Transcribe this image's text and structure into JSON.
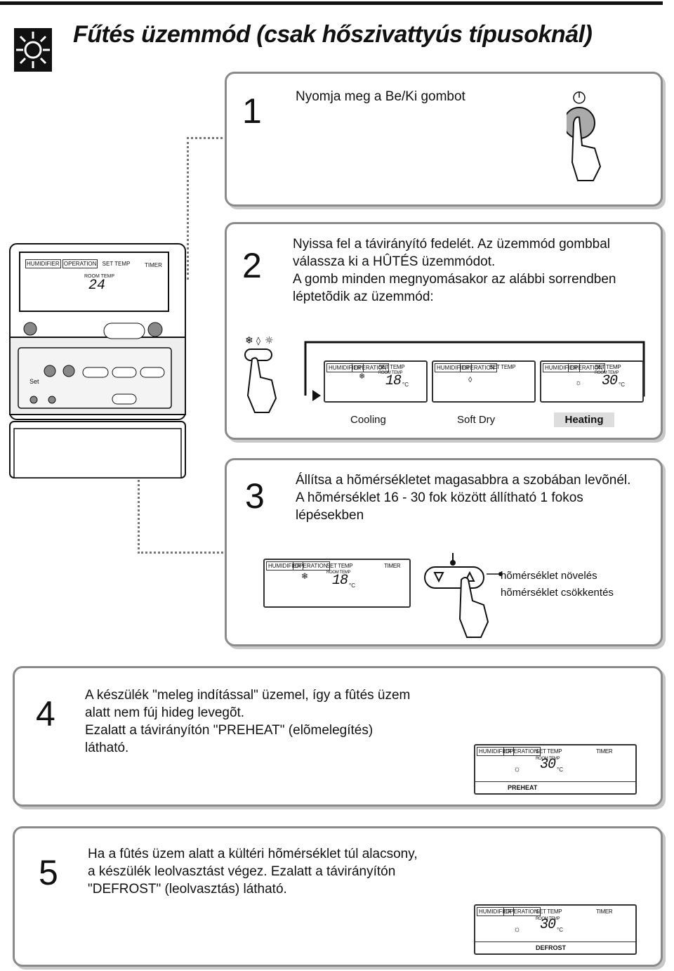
{
  "title": "Fűtés üzemmód (csak hőszivattyús típusoknál)",
  "lcd_labels": {
    "humidifier": "HUMIDIFIER",
    "operation": "OPERATION",
    "set_temp": "SET TEMP",
    "timer": "TIMER",
    "room_temp": "ROOM TEMP",
    "unit": "°C",
    "remote_set": "Set"
  },
  "steps": [
    {
      "num": "1",
      "text": [
        "Nyomja meg a Be/Ki gombot"
      ]
    },
    {
      "num": "2",
      "text": [
        "Nyissa fel a távirányító fedelét. Az üzemmód gombbal",
        "válassza ki a HÛTÉS üzemmódot.",
        "A gomb minden megnyomásakor az alábbi sorrendben",
        "léptetõdik az üzemmód:"
      ],
      "modes": [
        {
          "label": "Cooling",
          "temp": "18",
          "highlight": false
        },
        {
          "label": "Soft Dry",
          "temp": "",
          "highlight": false
        },
        {
          "label": "Heating",
          "temp": "30",
          "highlight": true
        }
      ]
    },
    {
      "num": "3",
      "text": [
        "Állítsa a hõmérsékletet magasabbra a szobában levõnél.",
        "A hõmérséklet 16 - 30 fok között állítható 1 fokos",
        "lépésekben"
      ],
      "temp": "18",
      "callouts": [
        "hõmérséklet növelés",
        "hõmérséklet csökkentés"
      ]
    },
    {
      "num": "4",
      "text": [
        "A készülék \"meleg indítással\" üzemel, így a fûtés üzem",
        "alatt nem fúj hideg levegõt.",
        "Ezalatt a távirányítón \"PREHEAT\"  (elõmelegítés)",
        "látható."
      ],
      "temp": "30",
      "status": "PREHEAT"
    },
    {
      "num": "5",
      "text": [
        "Ha a fûtés üzem alatt a kültéri hõmérséklet túl alacsony,",
        "a készülék leolvasztást végez. Ezalatt a távirányítón",
        "\"DEFROST\" (leolvasztás) látható."
      ],
      "temp": "30",
      "status": "DEFROST"
    }
  ],
  "remote_display_temp": "24"
}
